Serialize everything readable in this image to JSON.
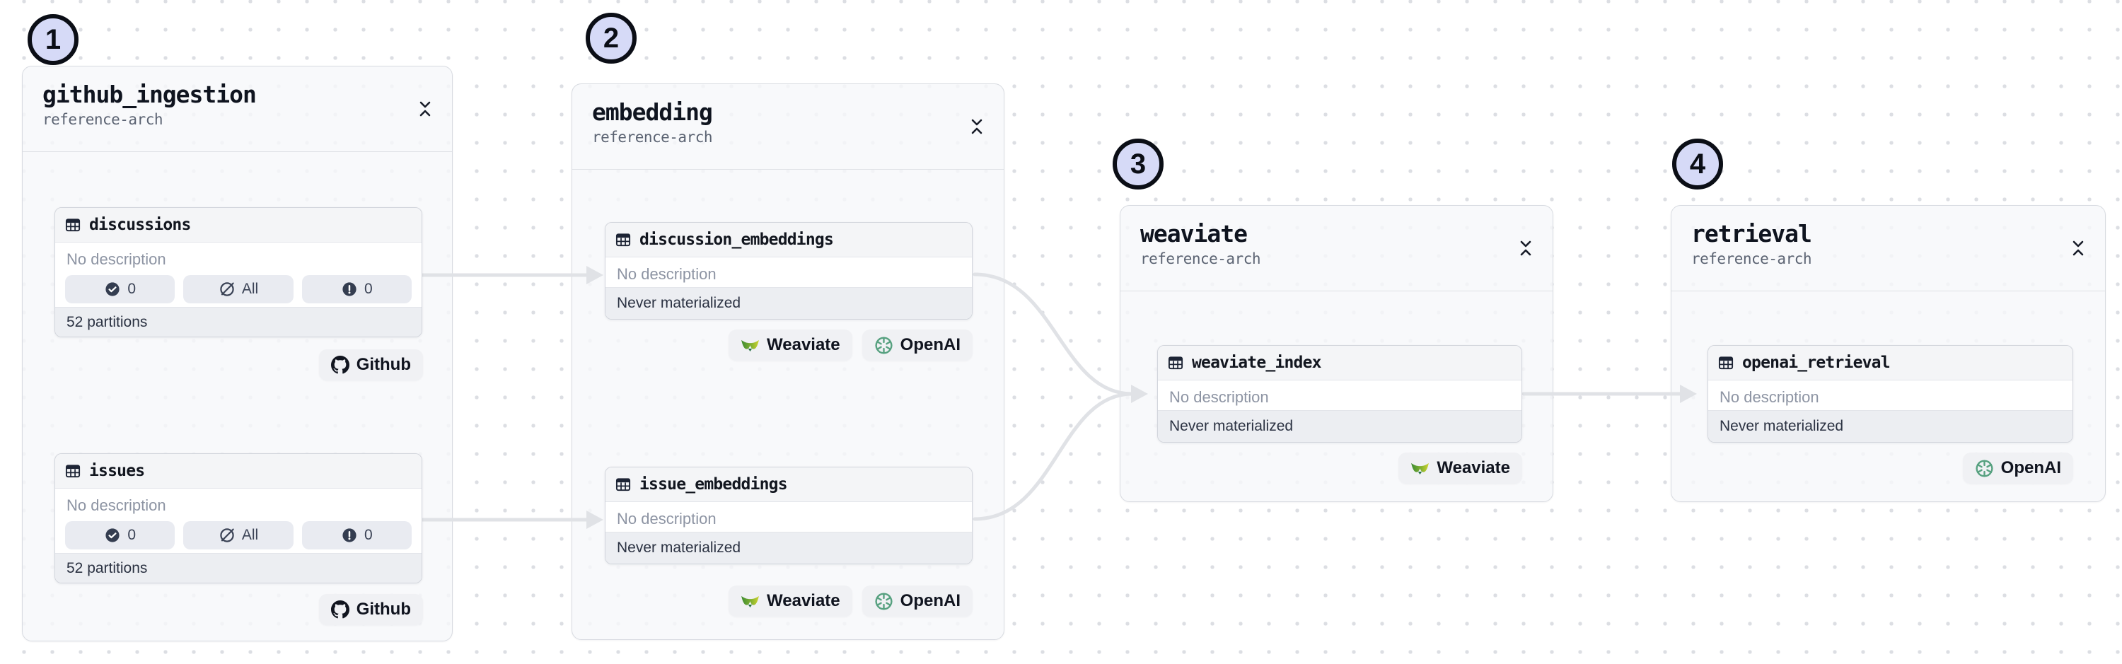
{
  "graph": {
    "background": "dot-grid",
    "colors": {
      "step_circle_fill": "#d6daf7",
      "step_circle_border": "#0b0e16",
      "edge": "#e0e2e6",
      "group_background": "#f7f8fa",
      "node_header_background": "#f4f5f7",
      "weaviate_green": "#4a9437",
      "openai_green": "#57a180",
      "github_dark": "#11151f"
    }
  },
  "groups": [
    {
      "step": "1",
      "title": "github_ingestion",
      "subtitle": "reference-arch",
      "collapse_icon": "collapse-icon",
      "assets": [
        {
          "name": "discussions",
          "icon": "table-icon",
          "description": "No description",
          "partition_badges": [
            {
              "icon": "check-circle-icon",
              "label": "0"
            },
            {
              "icon": "slash-circle-icon",
              "label": "All"
            },
            {
              "icon": "alert-circle-icon",
              "label": "0"
            }
          ],
          "footer": "52 partitions",
          "kinds": [
            {
              "icon": "github-icon",
              "label": "Github"
            }
          ]
        },
        {
          "name": "issues",
          "icon": "table-icon",
          "description": "No description",
          "partition_badges": [
            {
              "icon": "check-circle-icon",
              "label": "0"
            },
            {
              "icon": "slash-circle-icon",
              "label": "All"
            },
            {
              "icon": "alert-circle-icon",
              "label": "0"
            }
          ],
          "footer": "52 partitions",
          "kinds": [
            {
              "icon": "github-icon",
              "label": "Github"
            }
          ]
        }
      ]
    },
    {
      "step": "2",
      "title": "embedding",
      "subtitle": "reference-arch",
      "collapse_icon": "collapse-icon",
      "assets": [
        {
          "name": "discussion_embeddings",
          "icon": "table-icon",
          "description": "No description",
          "status": "Never materialized",
          "kinds": [
            {
              "icon": "weaviate-icon",
              "label": "Weaviate"
            },
            {
              "icon": "openai-icon",
              "label": "OpenAI"
            }
          ]
        },
        {
          "name": "issue_embeddings",
          "icon": "table-icon",
          "description": "No description",
          "status": "Never materialized",
          "kinds": [
            {
              "icon": "weaviate-icon",
              "label": "Weaviate"
            },
            {
              "icon": "openai-icon",
              "label": "OpenAI"
            }
          ]
        }
      ]
    },
    {
      "step": "3",
      "title": "weaviate",
      "subtitle": "reference-arch",
      "collapse_icon": "collapse-icon",
      "assets": [
        {
          "name": "weaviate_index",
          "icon": "table-icon",
          "description": "No description",
          "status": "Never materialized",
          "kinds": [
            {
              "icon": "weaviate-icon",
              "label": "Weaviate"
            }
          ]
        }
      ]
    },
    {
      "step": "4",
      "title": "retrieval",
      "subtitle": "reference-arch",
      "collapse_icon": "collapse-icon",
      "assets": [
        {
          "name": "openai_retrieval",
          "icon": "table-icon",
          "description": "No description",
          "status": "Never materialized",
          "kinds": [
            {
              "icon": "openai-icon",
              "label": "OpenAI"
            }
          ]
        }
      ]
    }
  ],
  "edges": [
    {
      "from": "discussions",
      "to": "discussion_embeddings"
    },
    {
      "from": "issues",
      "to": "issue_embeddings"
    },
    {
      "from": "discussion_embeddings",
      "to": "weaviate_index"
    },
    {
      "from": "issue_embeddings",
      "to": "weaviate_index"
    },
    {
      "from": "weaviate_index",
      "to": "openai_retrieval"
    }
  ]
}
